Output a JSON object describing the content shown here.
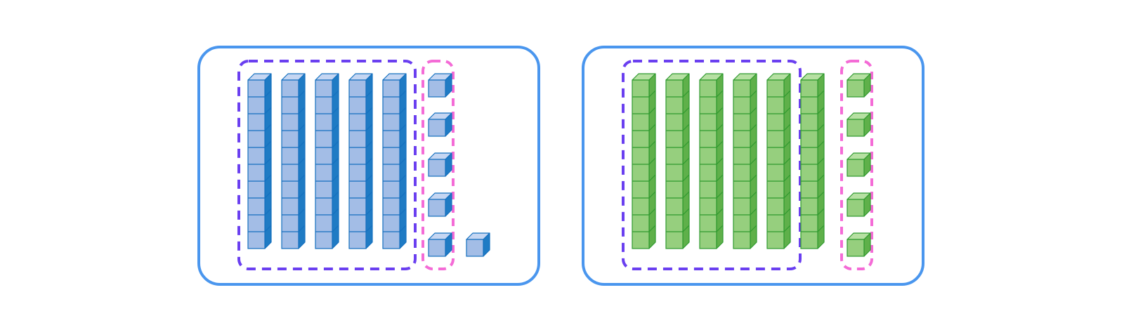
{
  "panels": [
    {
      "name": "left-panel",
      "theme": "blue",
      "grouped_tens": 5,
      "extra_tens": 0,
      "grouped_ones": 5,
      "extra_ones": 1
    },
    {
      "name": "right-panel",
      "theme": "green",
      "grouped_tens": 5,
      "extra_tens": 1,
      "grouped_ones": 5,
      "extra_ones": 0
    }
  ],
  "colors": {
    "panel_border": "#4a96ee",
    "tens_group_border": "#6a3ff0",
    "ones_group_border": "#f46bd6",
    "blue": {
      "front": "#a3bde6",
      "top": "#c5d6f2",
      "side": "#1f7bc4",
      "stroke": "#1570bf"
    },
    "green": {
      "front": "#96cf7e",
      "top": "#b6e0a2",
      "side": "#5fb04a",
      "stroke": "#2f9a2f"
    }
  }
}
